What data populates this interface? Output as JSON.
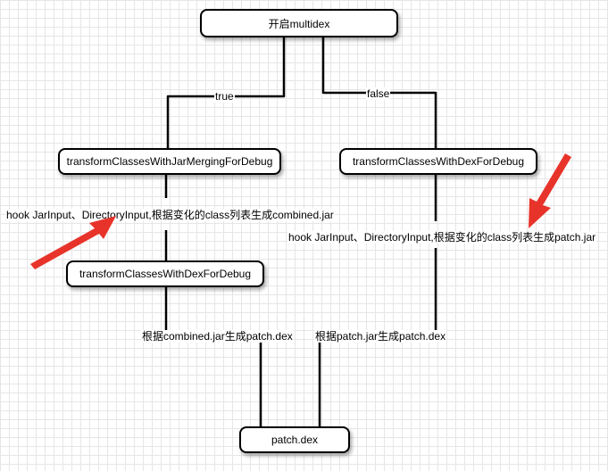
{
  "nodes": {
    "enable_multidex": "开启multidex",
    "jar_merging": "transformClassesWithJarMergingForDebug",
    "dex_right": "transformClassesWithDexForDebug",
    "dex_left": "transformClassesWithDexForDebug",
    "patch_dex": "patch.dex"
  },
  "edges": {
    "true_label": "true",
    "false_label": "false"
  },
  "annotations": {
    "left_hook": "hook JarInput、DirectoryInput,根据变化的class列表生成combined.jar",
    "right_hook": "hook JarInput、DirectoryInput,根据变化的class列表生成patch.jar",
    "left_gen": "根据combined.jar生成patch.dex",
    "right_gen": "根据patch.jar生成patch.dex"
  },
  "colors": {
    "line": "#000000",
    "arrow": "#e8332a",
    "grid": "#e6e6e6"
  }
}
